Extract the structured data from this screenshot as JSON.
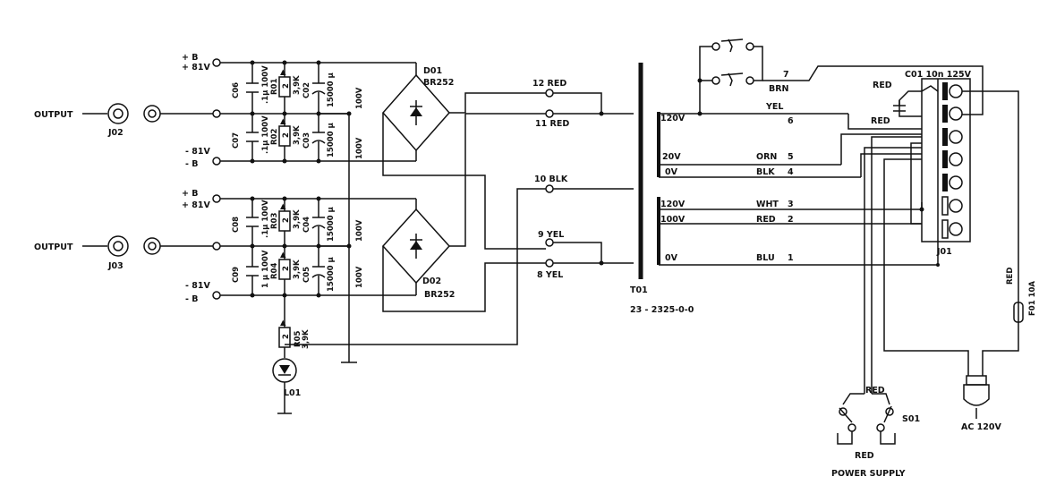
{
  "power_rails": {
    "top_plus_b": "+ B",
    "top_plus_81": "+ 81V",
    "top_minus_81": "- 81V",
    "top_minus_b": "- B",
    "bot_plus_b": "+ B",
    "bot_plus_81": "+ 81V",
    "bot_minus_81": "- 81V",
    "bot_minus_b": "- B"
  },
  "outputs": {
    "top_label": "OUTPUT",
    "top_jack": "J02",
    "bottom_label": "OUTPUT",
    "bottom_jack": "J03"
  },
  "components": {
    "c06": "C06",
    "c06_val": ".1µ 100V",
    "r01": "R01",
    "r01_val": "3,9K",
    "c02": "C02",
    "c02_val": "15000 µ",
    "c02_v": "100V",
    "c07": "C07",
    "c07_val": ".1µ 100V",
    "r02": "R02",
    "r02_val": "3,9K",
    "c03": "C03",
    "c03_val": "15000 µ",
    "c03_v": "100V",
    "c08": "C08",
    "c08_val": ".1µ 100V",
    "r03": "R03",
    "r03_val": "3,9K",
    "c04": "C04",
    "c04_val": "15000 µ",
    "c04_v": "100V",
    "c09": "C09",
    "c09_val": "1 µ 100V",
    "r04": "R04",
    "r04_val": "3,9K",
    "c05": "C05",
    "c05_val": "15000 µ",
    "c05_v": "100V",
    "r05": "R05",
    "r05_val": "3,9K",
    "led": "L01",
    "d01": "D01",
    "d01_part": "BR252",
    "d02": "D02",
    "d02_part": "BR252",
    "t01": "T01",
    "t01_part": "23 - 2325-0-0",
    "c01": "C01 10n 125V",
    "j01": "J01",
    "s01": "S01",
    "f01": "F01 10A",
    "r_mark": "2",
    "triangle": "▲"
  },
  "secondary": {
    "w12": "12 RED",
    "w11": "11  RED",
    "w10": "10 BLK",
    "w9": "9 YEL",
    "w8": "8 YEL"
  },
  "primary": {
    "tap_120a": "120V",
    "tap_20": "20V",
    "tap_0a": "0V",
    "tap_120b": "120V",
    "tap_100": "100V",
    "tap_0b": "0V",
    "w7": "7",
    "brn": "BRN",
    "yel": "YEL",
    "w6": "6",
    "orn": "ORN",
    "w5": "5",
    "blk": "BLK",
    "w4": "4",
    "wht": "WHT",
    "w3": "3",
    "red2": "RED",
    "w2": "2",
    "blu": "BLU",
    "w1": "1"
  },
  "mains": {
    "red_a": "RED",
    "red_b": "RED",
    "red_fuse": "RED",
    "red_sw_top": "RED",
    "red_sw_bottom": "RED",
    "ac": "AC 120V",
    "power_supply": "POWER SUPPLY"
  }
}
